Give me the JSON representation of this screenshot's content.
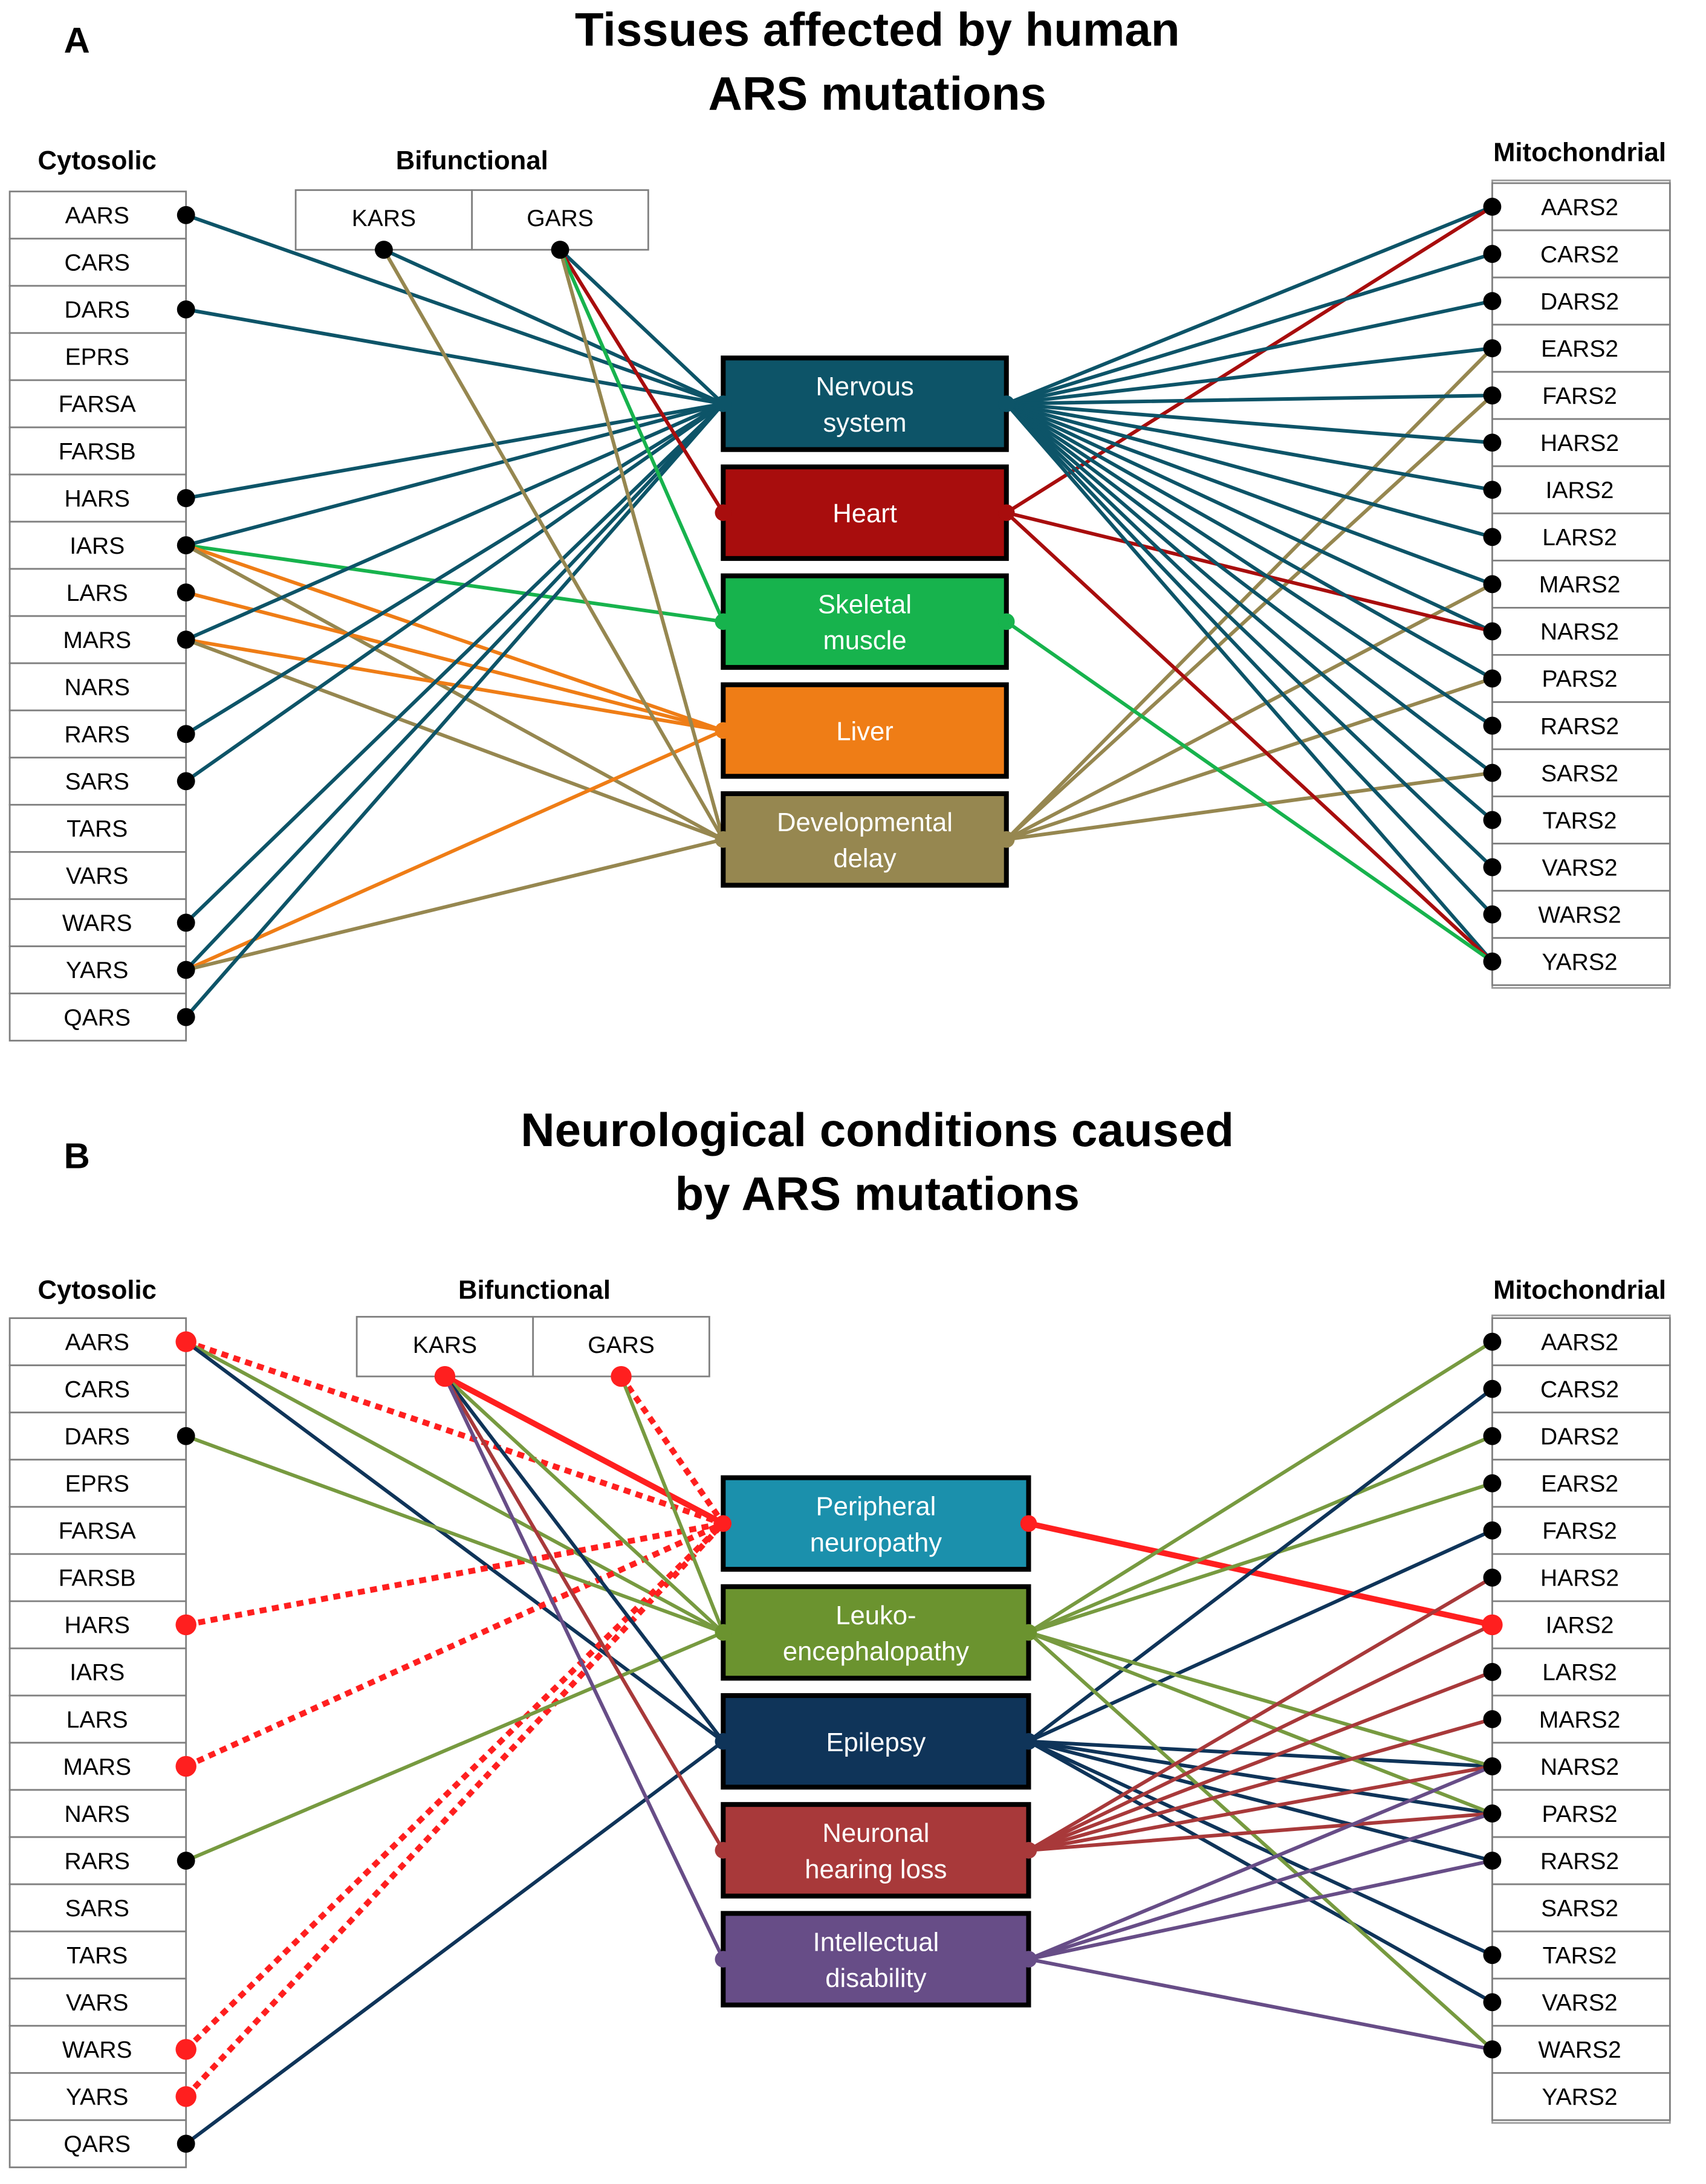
{
  "colors": {
    "nervous": "#0d5468",
    "heart": "#a80d0d",
    "skeletal": "#17b34d",
    "liver": "#ef7d16",
    "dev": "#968750",
    "peripheral": "#1b90ac",
    "leuko": "#6b932f",
    "epilepsy": "#0f3459",
    "hearing": "#a8393a",
    "intellectual": "#674d87",
    "red_dotted": "#ff1f1f",
    "node": "#000000",
    "line_b_green": "#779a40"
  },
  "panelA": {
    "letter": "A",
    "title_lines": [
      "Tissues affected by human",
      "ARS mutations"
    ],
    "cytosolic_label": "Cytosolic",
    "bifunctional_label": "Bifunctional",
    "mitochondrial_label": "Mitochondrial",
    "cytosolic": [
      "AARS",
      "CARS",
      "DARS",
      "EPRS",
      "FARSA",
      "FARSB",
      "HARS",
      "IARS",
      "LARS",
      "MARS",
      "NARS",
      "RARS",
      "SARS",
      "TARS",
      "VARS",
      "WARS",
      "YARS",
      "QARS"
    ],
    "bifunctional": [
      "KARS",
      "GARS"
    ],
    "mitochondrial": [
      "AARS2",
      "CARS2",
      "DARS2",
      "EARS2",
      "FARS2",
      "HARS2",
      "IARS2",
      "LARS2",
      "MARS2",
      "NARS2",
      "PARS2",
      "RARS2",
      "SARS2",
      "TARS2",
      "VARS2",
      "WARS2",
      "YARS2"
    ],
    "categories": [
      {
        "id": "nervous",
        "lines": [
          "Nervous",
          "system"
        ],
        "color_key": "nervous"
      },
      {
        "id": "heart",
        "lines": [
          "Heart"
        ],
        "color_key": "heart"
      },
      {
        "id": "skeletal",
        "lines": [
          "Skeletal",
          "muscle"
        ],
        "color_key": "skeletal"
      },
      {
        "id": "liver",
        "lines": [
          "Liver"
        ],
        "color_key": "liver"
      },
      {
        "id": "dev",
        "lines": [
          "Developmental",
          "delay"
        ],
        "color_key": "dev"
      }
    ],
    "links": [
      {
        "gene": "AARS",
        "cat": "nervous"
      },
      {
        "gene": "DARS",
        "cat": "nervous"
      },
      {
        "gene": "HARS",
        "cat": "nervous"
      },
      {
        "gene": "IARS",
        "cat": "nervous"
      },
      {
        "gene": "IARS",
        "cat": "skeletal"
      },
      {
        "gene": "IARS",
        "cat": "liver"
      },
      {
        "gene": "IARS",
        "cat": "dev"
      },
      {
        "gene": "LARS",
        "cat": "liver"
      },
      {
        "gene": "MARS",
        "cat": "nervous"
      },
      {
        "gene": "MARS",
        "cat": "liver"
      },
      {
        "gene": "MARS",
        "cat": "dev"
      },
      {
        "gene": "RARS",
        "cat": "nervous"
      },
      {
        "gene": "SARS",
        "cat": "nervous"
      },
      {
        "gene": "WARS",
        "cat": "nervous"
      },
      {
        "gene": "YARS",
        "cat": "nervous"
      },
      {
        "gene": "YARS",
        "cat": "liver"
      },
      {
        "gene": "YARS",
        "cat": "dev"
      },
      {
        "gene": "QARS",
        "cat": "nervous"
      },
      {
        "gene": "KARS",
        "cat": "nervous"
      },
      {
        "gene": "KARS",
        "cat": "dev"
      },
      {
        "gene": "GARS",
        "cat": "nervous"
      },
      {
        "gene": "GARS",
        "cat": "heart"
      },
      {
        "gene": "GARS",
        "cat": "skeletal"
      },
      {
        "gene": "GARS",
        "cat": "dev"
      },
      {
        "gene": "AARS2",
        "cat": "nervous"
      },
      {
        "gene": "AARS2",
        "cat": "heart"
      },
      {
        "gene": "CARS2",
        "cat": "nervous"
      },
      {
        "gene": "DARS2",
        "cat": "nervous"
      },
      {
        "gene": "EARS2",
        "cat": "nervous"
      },
      {
        "gene": "EARS2",
        "cat": "dev"
      },
      {
        "gene": "FARS2",
        "cat": "nervous"
      },
      {
        "gene": "FARS2",
        "cat": "dev"
      },
      {
        "gene": "HARS2",
        "cat": "nervous"
      },
      {
        "gene": "IARS2",
        "cat": "nervous"
      },
      {
        "gene": "LARS2",
        "cat": "nervous"
      },
      {
        "gene": "MARS2",
        "cat": "nervous"
      },
      {
        "gene": "MARS2",
        "cat": "dev"
      },
      {
        "gene": "NARS2",
        "cat": "nervous"
      },
      {
        "gene": "NARS2",
        "cat": "heart"
      },
      {
        "gene": "PARS2",
        "cat": "nervous"
      },
      {
        "gene": "PARS2",
        "cat": "dev"
      },
      {
        "gene": "RARS2",
        "cat": "nervous"
      },
      {
        "gene": "SARS2",
        "cat": "nervous"
      },
      {
        "gene": "SARS2",
        "cat": "dev"
      },
      {
        "gene": "TARS2",
        "cat": "nervous"
      },
      {
        "gene": "VARS2",
        "cat": "nervous"
      },
      {
        "gene": "WARS2",
        "cat": "nervous"
      },
      {
        "gene": "YARS2",
        "cat": "nervous"
      },
      {
        "gene": "YARS2",
        "cat": "heart"
      },
      {
        "gene": "YARS2",
        "cat": "skeletal"
      }
    ]
  },
  "panelB": {
    "letter": "B",
    "title_lines": [
      "Neurological conditions caused",
      "by ARS mutations"
    ],
    "cytosolic_label": "Cytosolic",
    "bifunctional_label": "Bifunctional",
    "mitochondrial_label": "Mitochondrial",
    "cytosolic": [
      "AARS",
      "CARS",
      "DARS",
      "EPRS",
      "FARSA",
      "FARSB",
      "HARS",
      "IARS",
      "LARS",
      "MARS",
      "NARS",
      "RARS",
      "SARS",
      "TARS",
      "VARS",
      "WARS",
      "YARS",
      "QARS"
    ],
    "bifunctional": [
      "KARS",
      "GARS"
    ],
    "mitochondrial": [
      "AARS2",
      "CARS2",
      "DARS2",
      "EARS2",
      "FARS2",
      "HARS2",
      "IARS2",
      "LARS2",
      "MARS2",
      "NARS2",
      "PARS2",
      "RARS2",
      "SARS2",
      "TARS2",
      "VARS2",
      "WARS2",
      "YARS2"
    ],
    "red_nodes": [
      "AARS",
      "HARS",
      "MARS",
      "WARS",
      "YARS",
      "KARS",
      "GARS",
      "IARS2"
    ],
    "categories": [
      {
        "id": "peripheral",
        "lines": [
          "Peripheral",
          "neuropathy"
        ],
        "color_key": "peripheral"
      },
      {
        "id": "leuko",
        "lines": [
          "Leuko-",
          "encephalopathy"
        ],
        "color_key": "leuko"
      },
      {
        "id": "epilepsy",
        "lines": [
          "Epilepsy"
        ],
        "color_key": "epilepsy"
      },
      {
        "id": "hearing",
        "lines": [
          "Neuronal",
          "hearing loss"
        ],
        "color_key": "hearing"
      },
      {
        "id": "intellectual",
        "lines": [
          "Intellectual",
          "disability"
        ],
        "color_key": "intellectual"
      }
    ],
    "links": [
      {
        "gene": "AARS",
        "cat": "peripheral",
        "style": "dotted"
      },
      {
        "gene": "AARS",
        "cat": "leuko"
      },
      {
        "gene": "AARS",
        "cat": "epilepsy"
      },
      {
        "gene": "HARS",
        "cat": "peripheral",
        "style": "dotted"
      },
      {
        "gene": "MARS",
        "cat": "peripheral",
        "style": "dotted"
      },
      {
        "gene": "WARS",
        "cat": "peripheral",
        "style": "dotted"
      },
      {
        "gene": "YARS",
        "cat": "peripheral",
        "style": "dotted"
      },
      {
        "gene": "DARS",
        "cat": "leuko"
      },
      {
        "gene": "RARS",
        "cat": "leuko"
      },
      {
        "gene": "QARS",
        "cat": "epilepsy"
      },
      {
        "gene": "KARS",
        "cat": "peripheral",
        "style": "solid-red"
      },
      {
        "gene": "KARS",
        "cat": "leuko"
      },
      {
        "gene": "KARS",
        "cat": "epilepsy"
      },
      {
        "gene": "KARS",
        "cat": "hearing"
      },
      {
        "gene": "KARS",
        "cat": "intellectual"
      },
      {
        "gene": "GARS",
        "cat": "peripheral",
        "style": "dotted"
      },
      {
        "gene": "GARS",
        "cat": "leuko"
      },
      {
        "gene": "IARS2",
        "cat": "peripheral",
        "style": "solid-red"
      },
      {
        "gene": "AARS2",
        "cat": "leuko"
      },
      {
        "gene": "EARS2",
        "cat": "leuko"
      },
      {
        "gene": "DARS2",
        "cat": "leuko"
      },
      {
        "gene": "CARS2",
        "cat": "epilepsy"
      },
      {
        "gene": "FARS2",
        "cat": "epilepsy"
      },
      {
        "gene": "NARS2",
        "cat": "epilepsy"
      },
      {
        "gene": "PARS2",
        "cat": "epilepsy"
      },
      {
        "gene": "RARS2",
        "cat": "epilepsy"
      },
      {
        "gene": "TARS2",
        "cat": "epilepsy"
      },
      {
        "gene": "VARS2",
        "cat": "epilepsy"
      },
      {
        "gene": "NARS2",
        "cat": "leuko"
      },
      {
        "gene": "PARS2",
        "cat": "leuko"
      },
      {
        "gene": "WARS2",
        "cat": "leuko"
      },
      {
        "gene": "HARS2",
        "cat": "hearing"
      },
      {
        "gene": "IARS2",
        "cat": "hearing"
      },
      {
        "gene": "LARS2",
        "cat": "hearing"
      },
      {
        "gene": "MARS2",
        "cat": "hearing"
      },
      {
        "gene": "NARS2",
        "cat": "hearing"
      },
      {
        "gene": "PARS2",
        "cat": "hearing"
      },
      {
        "gene": "NARS2",
        "cat": "intellectual"
      },
      {
        "gene": "PARS2",
        "cat": "intellectual"
      },
      {
        "gene": "RARS2",
        "cat": "intellectual"
      },
      {
        "gene": "WARS2",
        "cat": "intellectual"
      }
    ]
  }
}
